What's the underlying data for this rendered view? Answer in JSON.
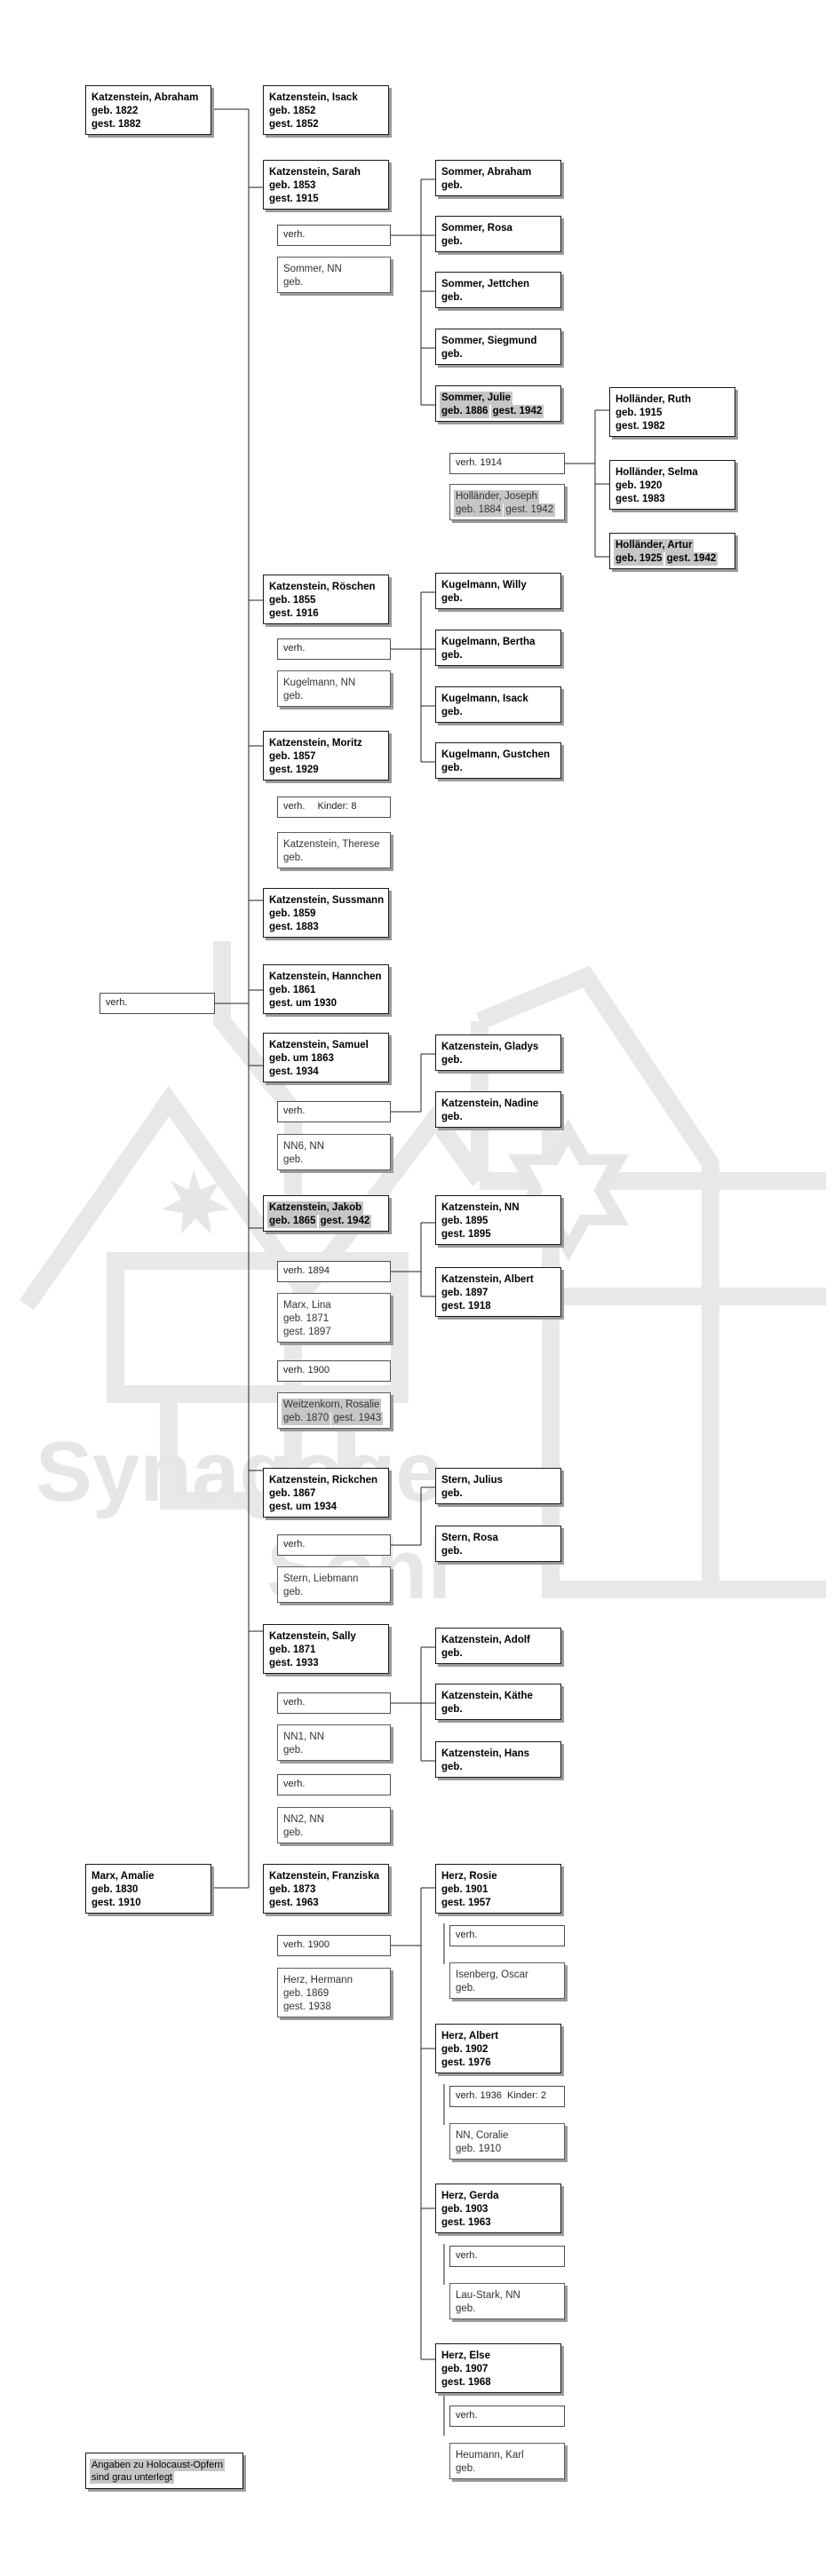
{
  "persons": {
    "abraham": {
      "lines": [
        "Katzenstein, Abraham",
        "geb. 1822",
        "gest. 1882"
      ]
    },
    "amalie": {
      "lines": [
        "Marx, Amalie",
        "geb. 1830",
        "gest. 1910"
      ]
    },
    "isack": {
      "lines": [
        "Katzenstein, Isack",
        "geb. 1852",
        "gest. 1852"
      ]
    },
    "sarah": {
      "lines": [
        "Katzenstein, Sarah",
        "geb. 1853",
        "gest. 1915"
      ]
    },
    "sommer_nn": {
      "lines": [
        "Sommer, NN",
        "geb."
      ]
    },
    "s_abraham": {
      "lines": [
        "Sommer, Abraham",
        "geb."
      ]
    },
    "s_rosa": {
      "lines": [
        "Sommer, Rosa",
        "geb."
      ]
    },
    "s_jettchen": {
      "lines": [
        "Sommer, Jettchen",
        "geb."
      ]
    },
    "s_siegmund": {
      "lines": [
        "Sommer, Siegmund",
        "geb."
      ]
    },
    "s_julie": {
      "lines": [
        "Sommer, Julie",
        "geb. 1886",
        "gest. 1942"
      ]
    },
    "joseph": {
      "lines": [
        "Holländer, Joseph",
        "geb. 1884",
        "gest. 1942"
      ]
    },
    "ruth": {
      "lines": [
        "Holländer, Ruth",
        "geb. 1915",
        "gest. 1982"
      ]
    },
    "selma": {
      "lines": [
        "Holländer, Selma",
        "geb. 1920",
        "gest. 1983"
      ]
    },
    "artur": {
      "lines": [
        "Holländer, Artur",
        "geb. 1925",
        "gest. 1942"
      ]
    },
    "roeschen": {
      "lines": [
        "Katzenstein, Röschen",
        "geb. 1855",
        "gest. 1916"
      ]
    },
    "kug_nn": {
      "lines": [
        "Kugelmann, NN",
        "geb."
      ]
    },
    "k_willy": {
      "lines": [
        "Kugelmann, Willy",
        "geb."
      ]
    },
    "k_bertha": {
      "lines": [
        "Kugelmann, Bertha",
        "geb."
      ]
    },
    "k_isack": {
      "lines": [
        "Kugelmann, Isack",
        "geb."
      ]
    },
    "k_gust": {
      "lines": [
        "Kugelmann, Gustchen",
        "geb."
      ]
    },
    "moritz": {
      "lines": [
        "Katzenstein, Moritz",
        "geb. 1857",
        "gest. 1929"
      ]
    },
    "therese": {
      "lines": [
        "Katzenstein, Therese",
        "geb."
      ]
    },
    "sussmann": {
      "lines": [
        "Katzenstein, Sussmann",
        "geb. 1859",
        "gest. 1883"
      ]
    },
    "hannchen": {
      "lines": [
        "Katzenstein, Hannchen",
        "geb. 1861",
        "gest. um 1930"
      ]
    },
    "samuel": {
      "lines": [
        "Katzenstein, Samuel",
        "geb. um 1863",
        "gest. 1934"
      ]
    },
    "nn6": {
      "lines": [
        "NN6, NN",
        "geb."
      ]
    },
    "gladys": {
      "lines": [
        "Katzenstein, Gladys",
        "geb."
      ]
    },
    "nadine": {
      "lines": [
        "Katzenstein, Nadine",
        "geb."
      ]
    },
    "jakob": {
      "lines": [
        "Katzenstein, Jakob",
        "geb. 1865",
        "gest. 1942"
      ]
    },
    "lina": {
      "lines": [
        "Marx, Lina",
        "geb. 1871",
        "gest. 1897"
      ]
    },
    "rosalie": {
      "lines": [
        "Weitzenkorn, Rosalie",
        "geb. 1870",
        "gest. 1943"
      ]
    },
    "k_nn": {
      "lines": [
        "Katzenstein, NN",
        "geb. 1895",
        "gest. 1895"
      ]
    },
    "albert_k": {
      "lines": [
        "Katzenstein, Albert",
        "geb. 1897",
        "gest. 1918"
      ]
    },
    "rickchen": {
      "lines": [
        "Katzenstein, Rickchen",
        "geb. 1867",
        "gest. um 1934"
      ]
    },
    "liebmann": {
      "lines": [
        "Stern, Liebmann",
        "geb."
      ]
    },
    "julius": {
      "lines": [
        "Stern, Julius",
        "geb."
      ]
    },
    "st_rosa": {
      "lines": [
        "Stern, Rosa",
        "geb."
      ]
    },
    "sally": {
      "lines": [
        "Katzenstein, Sally",
        "geb. 1871",
        "gest. 1933"
      ]
    },
    "nn1": {
      "lines": [
        "NN1, NN",
        "geb."
      ]
    },
    "nn2": {
      "lines": [
        "NN2, NN",
        "geb."
      ]
    },
    "adolf": {
      "lines": [
        "Katzenstein, Adolf",
        "geb."
      ]
    },
    "kaethe": {
      "lines": [
        "Katzenstein, Käthe",
        "geb."
      ]
    },
    "hans": {
      "lines": [
        "Katzenstein, Hans",
        "geb."
      ]
    },
    "franziska": {
      "lines": [
        "Katzenstein, Franziska",
        "geb. 1873",
        "gest. 1963"
      ]
    },
    "hermann": {
      "lines": [
        "Herz, Hermann",
        "geb. 1869",
        "gest. 1938"
      ]
    },
    "rosie": {
      "lines": [
        "Herz, Rosie",
        "geb. 1901",
        "gest. 1957"
      ]
    },
    "oscar": {
      "lines": [
        "Isenberg, Oscar",
        "geb."
      ]
    },
    "h_albert": {
      "lines": [
        "Herz, Albert",
        "geb. 1902",
        "gest. 1976"
      ]
    },
    "coralie": {
      "lines": [
        "NN, Coralie",
        "geb. 1910"
      ]
    },
    "gerda": {
      "lines": [
        "Herz, Gerda",
        "geb. 1903",
        "gest. 1963"
      ]
    },
    "laustark": {
      "lines": [
        "Lau-Stark, NN",
        "geb."
      ]
    },
    "else": {
      "lines": [
        "Herz, Else",
        "geb. 1907",
        "gest. 1968"
      ]
    },
    "karl": {
      "lines": [
        "Heumann, Karl",
        "geb."
      ]
    }
  },
  "marriages": {
    "main": "verh.",
    "sarah": "verh.",
    "julie": "verh. 1914",
    "roeschen": "verh.",
    "moritz": "verh.",
    "moritz_kinder": "Kinder: 8",
    "samuel": "verh.",
    "jakob1": "verh. 1894",
    "jakob2": "verh. 1900",
    "rickchen": "verh.",
    "sally1": "verh.",
    "sally2": "verh.",
    "franziska": "verh. 1900",
    "rosie": "verh.",
    "albert": "verh. 1936",
    "albert_kinder": "Kinder: 2",
    "gerda": "verh.",
    "else": "verh."
  },
  "legend": {
    "line1": "Angaben zu Holocaust-Opfern",
    "line2": "sind grau unterlegt"
  },
  "watermark": {
    "text": "Synagoge Sohl",
    "color": "#e6e6e6"
  },
  "holocaust_highlight_color": "#c6c6c6"
}
